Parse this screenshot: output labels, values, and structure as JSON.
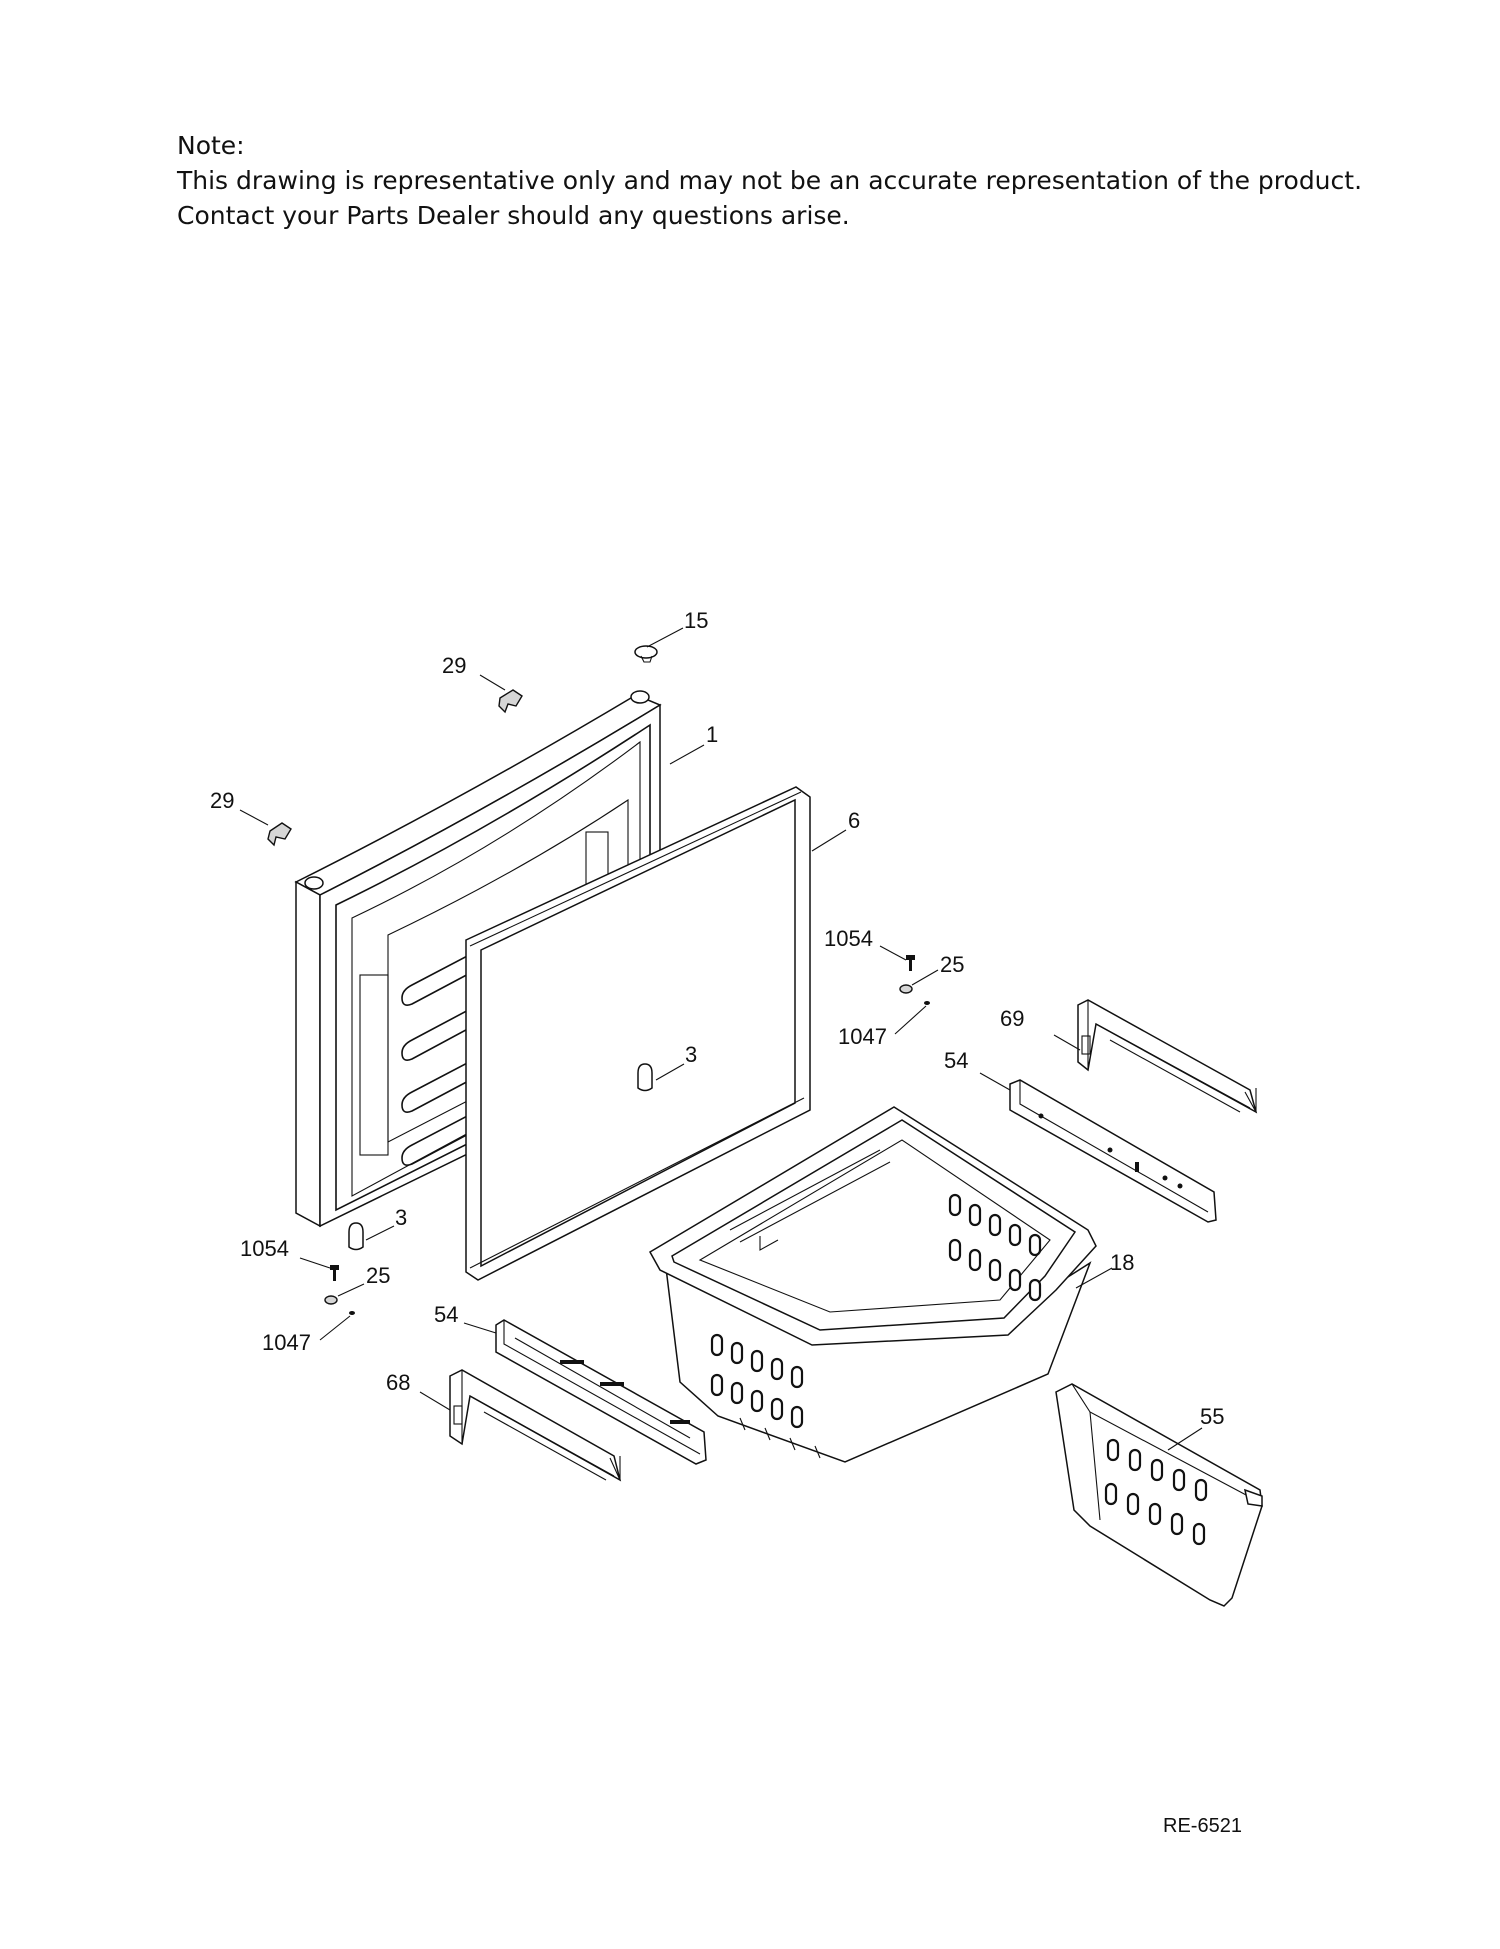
{
  "note": {
    "heading": "Note:",
    "line1": "This drawing is representative only and may not be an accurate representation of the product.",
    "line2": "Contact your Parts Dealer should any questions arise."
  },
  "callouts": [
    {
      "id": "c15",
      "label": "15"
    },
    {
      "id": "c29a",
      "label": "29"
    },
    {
      "id": "c1",
      "label": "1"
    },
    {
      "id": "c29b",
      "label": "29"
    },
    {
      "id": "c6",
      "label": "6"
    },
    {
      "id": "c1054a",
      "label": "1054"
    },
    {
      "id": "c25a",
      "label": "25"
    },
    {
      "id": "c1047a",
      "label": "1047"
    },
    {
      "id": "c69",
      "label": "69"
    },
    {
      "id": "c3a",
      "label": "3"
    },
    {
      "id": "c54a",
      "label": "54"
    },
    {
      "id": "c3b",
      "label": "3"
    },
    {
      "id": "c1054b",
      "label": "1054"
    },
    {
      "id": "c25b",
      "label": "25"
    },
    {
      "id": "c18",
      "label": "18"
    },
    {
      "id": "c54b",
      "label": "54"
    },
    {
      "id": "c1047b",
      "label": "1047"
    },
    {
      "id": "c68",
      "label": "68"
    },
    {
      "id": "c55",
      "label": "55"
    }
  ],
  "drawing_number": "RE-6521"
}
